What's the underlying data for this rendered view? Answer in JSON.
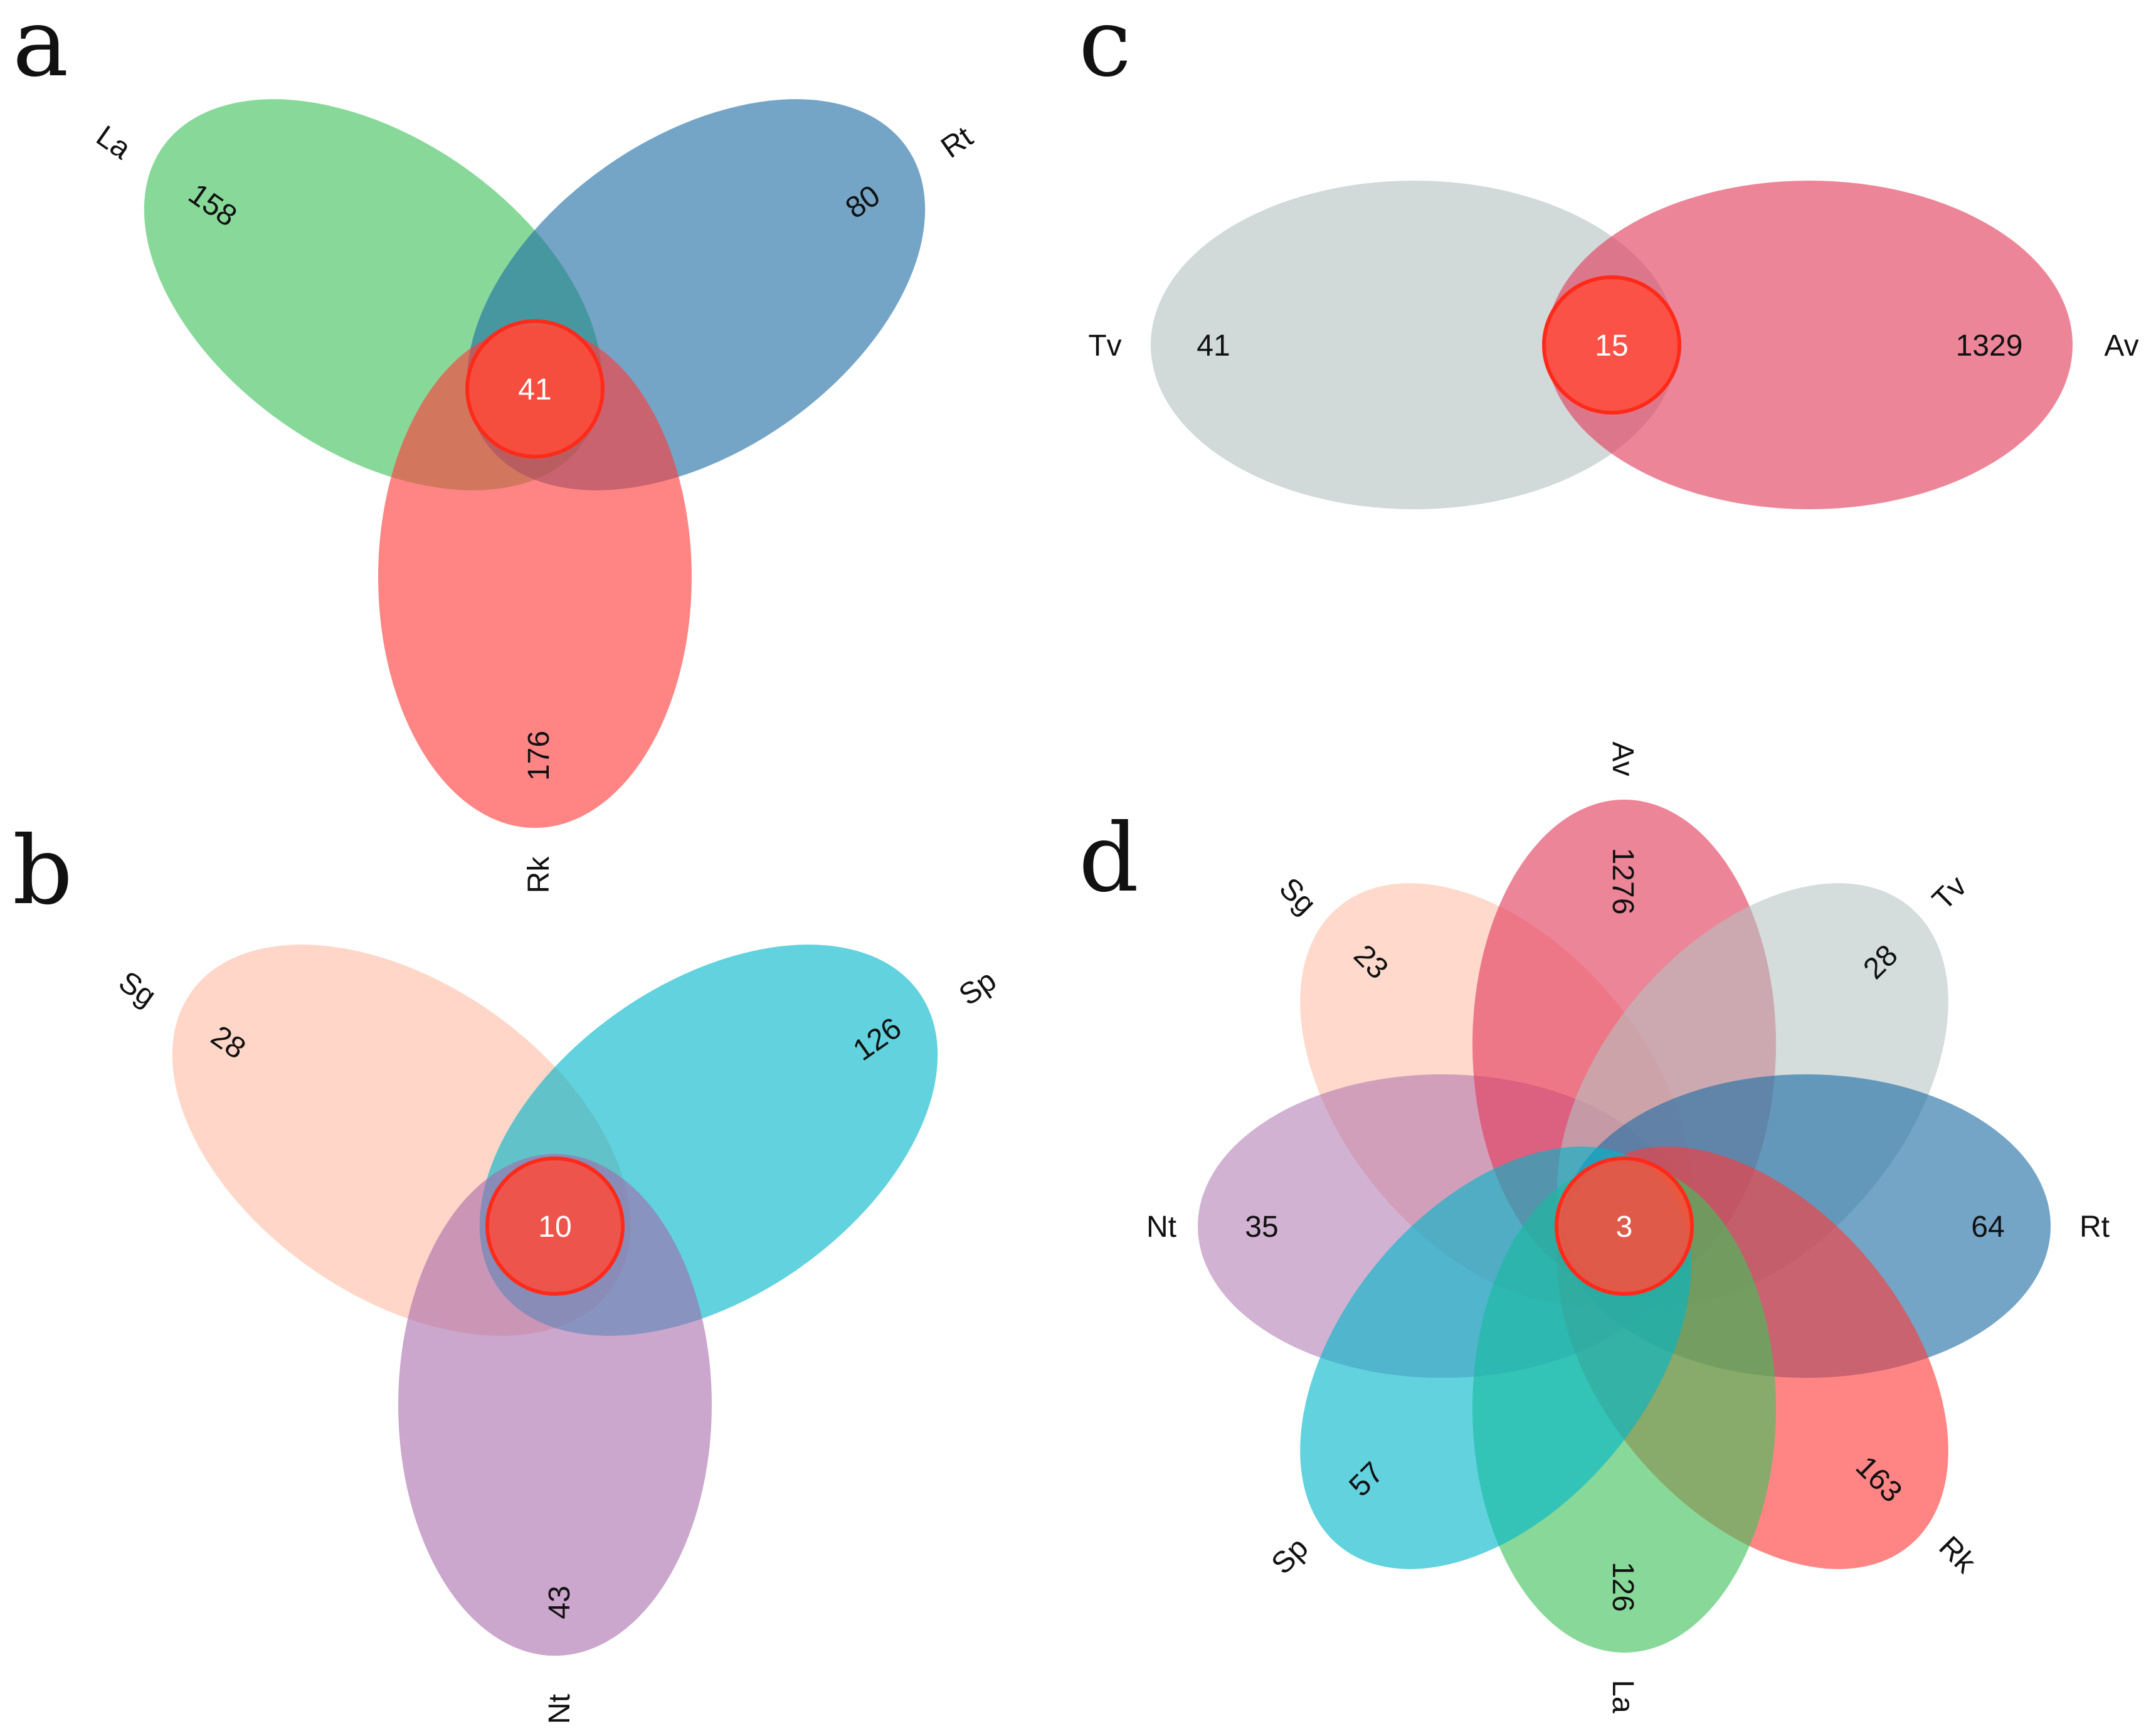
{
  "panels": {
    "a": {
      "letter": "a",
      "sets": [
        {
          "name": "La",
          "unique": "158",
          "color": "#3fc15a"
        },
        {
          "name": "Rt",
          "unique": "80",
          "color": "#1e6ea5"
        },
        {
          "name": "Rk",
          "unique": "176",
          "color": "#ff3a3a"
        }
      ],
      "core": "41"
    },
    "b": {
      "letter": "b",
      "sets": [
        {
          "name": "Sg",
          "unique": "28",
          "color": "#ffb49a"
        },
        {
          "name": "Sp",
          "unique": "126",
          "color": "#00b7c9"
        },
        {
          "name": "Nt",
          "unique": "43",
          "color": "#a666a8"
        }
      ],
      "core": "10"
    },
    "c": {
      "letter": "c",
      "sets": [
        {
          "name": "Tv",
          "unique": "41",
          "color": "#b5c2c2"
        },
        {
          "name": "Av",
          "unique": "1329",
          "color": "#e23a5b"
        }
      ],
      "core": "15"
    },
    "d": {
      "letter": "d",
      "sets": [
        {
          "name": "Av",
          "unique": "1276",
          "color": "#e23a5b"
        },
        {
          "name": "Tv",
          "unique": "28",
          "color": "#b5c2c2"
        },
        {
          "name": "Rt",
          "unique": "64",
          "color": "#1e6ea5"
        },
        {
          "name": "Rk",
          "unique": "163",
          "color": "#ff3a3a"
        },
        {
          "name": "La",
          "unique": "126",
          "color": "#3fc15a"
        },
        {
          "name": "Sp",
          "unique": "57",
          "color": "#00b7c9"
        },
        {
          "name": "Nt",
          "unique": "35",
          "color": "#a666a8"
        },
        {
          "name": "Sg",
          "unique": "23",
          "color": "#ffb49a"
        }
      ],
      "core": "3"
    }
  },
  "core_circle": {
    "fill": "#ff4b3a",
    "stroke": "#ff2a1a"
  }
}
